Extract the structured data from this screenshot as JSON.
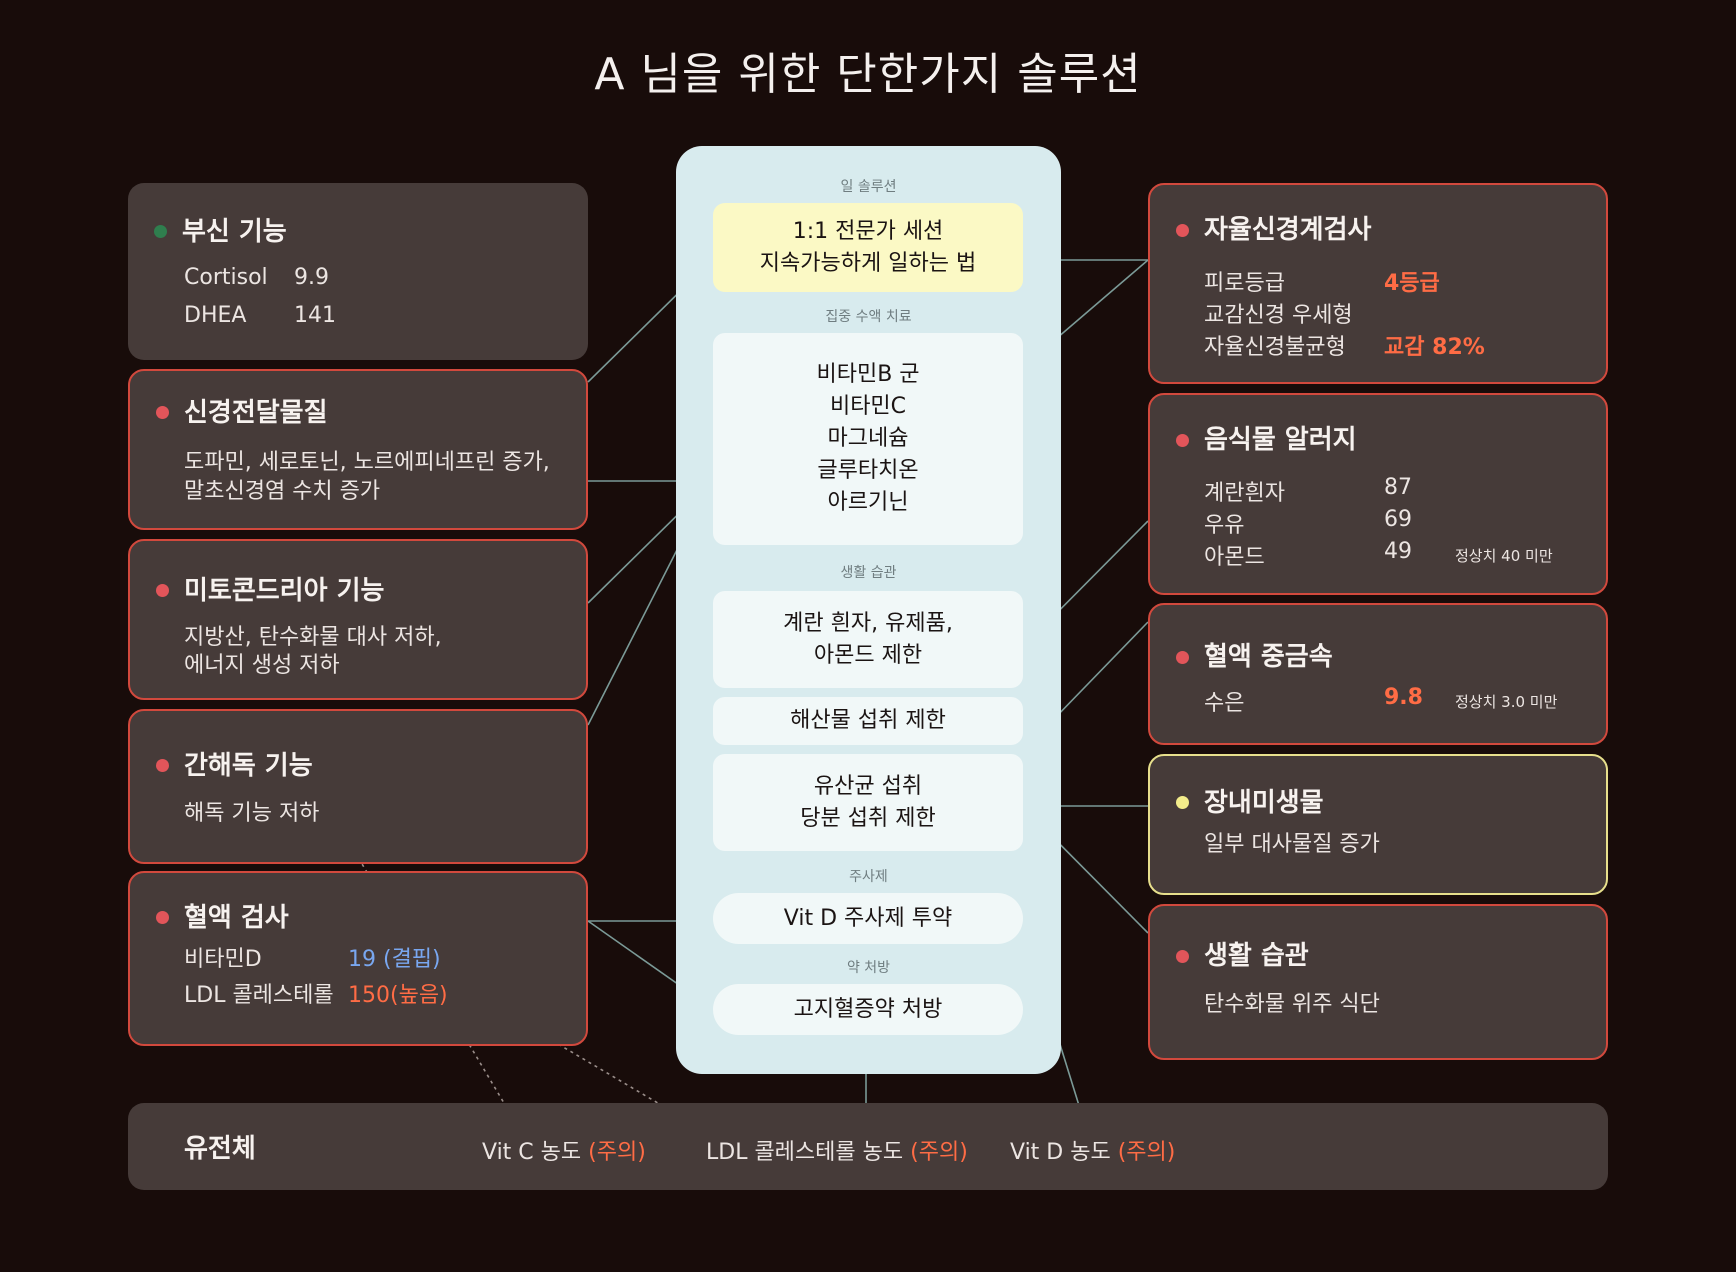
{
  "title": "A 님을 위한 단한가지 솔루션",
  "left_cards": {
    "adrenal": {
      "title": "부신 기능",
      "rows": [
        {
          "label": "Cortisol",
          "value": "9.9"
        },
        {
          "label": "DHEA",
          "value": "141"
        }
      ]
    },
    "neuro": {
      "title": "신경전달물질",
      "lines": [
        "도파민, 세로토닌, 노르에피네프린 증가,",
        "말초신경염 수치 증가"
      ]
    },
    "mito": {
      "title": "미토콘드리아 기능",
      "lines": [
        "지방산, 탄수화물 대사 저하,",
        "에너지 생성 저하"
      ]
    },
    "liver": {
      "title": "간해독 기능",
      "lines": [
        "해독 기능 저하"
      ]
    },
    "blood": {
      "title": "혈액 검사",
      "rows": [
        {
          "label": "비타민D",
          "value": "19 (결핍)"
        },
        {
          "label": "LDL 콜레스테롤",
          "value": "150(높음)"
        }
      ]
    }
  },
  "right_cards": {
    "ans": {
      "title": "자율신경계검사",
      "rows": [
        {
          "label": "피로등급",
          "value": "4등급"
        },
        {
          "label": "교감신경 우세형",
          "value": ""
        },
        {
          "label": "자율신경불균형",
          "value": "교감 82%"
        }
      ]
    },
    "allergy": {
      "title": "음식물 알러지",
      "rows": [
        {
          "label": "계란흰자",
          "value": "87"
        },
        {
          "label": "우유",
          "value": "69"
        },
        {
          "label": "아몬드",
          "value": "49"
        }
      ],
      "note": "정상치 40 미만"
    },
    "metal": {
      "title": "혈액 중금속",
      "rows": [
        {
          "label": "수은",
          "value": "9.8"
        }
      ],
      "note": "정상치 3.0 미만"
    },
    "gut": {
      "title": "장내미생물",
      "lines": [
        "일부 대사물질 증가"
      ]
    },
    "life": {
      "title": "생활 습관",
      "lines": [
        "탄수화물 위주 식단"
      ]
    }
  },
  "center": {
    "sections": [
      {
        "label": "일 솔루션",
        "items": [
          {
            "lines": [
              "1:1 전문가 세션",
              "지속가능하게 일하는 법"
            ]
          }
        ]
      },
      {
        "label": "집중 수액 치료",
        "items": [
          {
            "lines": [
              "비타민B 군",
              "비타민C",
              "마그네슘",
              "글루타치온",
              "아르기닌"
            ]
          }
        ]
      },
      {
        "label": "생활 습관",
        "items": [
          {
            "lines": [
              "계란 흰자, 유제품,",
              "아몬드 제한"
            ]
          },
          {
            "lines": [
              "해산물 섭취 제한"
            ]
          },
          {
            "lines": [
              "유산균 섭취",
              "당분 섭취 제한"
            ]
          }
        ]
      },
      {
        "label": "주사제",
        "items": [
          {
            "lines": [
              "Vit D 주사제 투약"
            ]
          }
        ]
      },
      {
        "label": "약 처방",
        "items": [
          {
            "lines": [
              "고지혈증약 처방"
            ]
          }
        ]
      }
    ]
  },
  "genome": {
    "title": "유전체",
    "items": [
      {
        "label": "Vit C 농도",
        "status": "(주의)"
      },
      {
        "label": "LDL 콜레스테롤 농도",
        "status": "(주의)"
      },
      {
        "label": "Vit D 농도",
        "status": "(주의)"
      }
    ]
  },
  "colors": {
    "background": "#180c0a",
    "card": "#463b39",
    "alert": "#d2493d",
    "accent_orange": "#ff6c45",
    "accent_blue": "#79a7f0",
    "panel": "#d8ebee",
    "highlight": "#fbf9c5"
  }
}
